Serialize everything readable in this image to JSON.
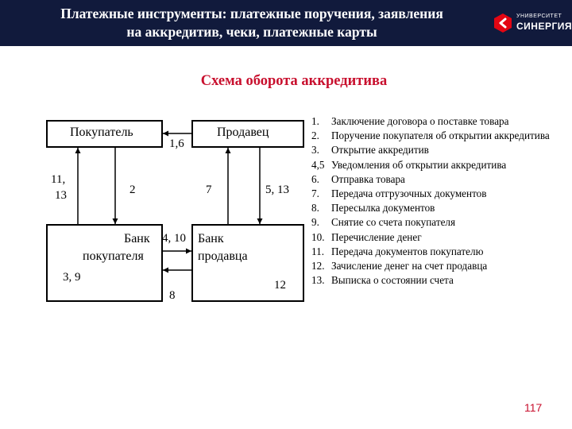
{
  "header": {
    "title_line1": "Платежные инструменты: платежные поручения, заявления",
    "title_line2": "на аккредитив, чеки, платежные карты",
    "logo_line1": "УНИВЕРСИТЕТ",
    "logo_line2": "СИНЕРГИЯ",
    "background_color": "#111a3c",
    "logo_color": "#e30613"
  },
  "slide": {
    "subtitle": "Схема оборота аккредитива",
    "accent_color": "#c8102e",
    "page_number": "117"
  },
  "diagram": {
    "nodes": {
      "buyer": "Покупатель",
      "seller": "Продавец",
      "buyer_bank_line1": "Банк",
      "buyer_bank_line2": "покупателя",
      "seller_bank_line1": "Банк",
      "seller_bank_line2": "продавца"
    },
    "edge_labels": {
      "seller_to_buyer": "1,6",
      "bank_to_buyer_line1": "11,",
      "bank_to_buyer_line2": "13",
      "buyer_to_bank": "2",
      "bank_to_seller": "7",
      "seller_to_bank": "5, 13",
      "between_banks_top": "4, 10",
      "buyer_bank_self": "3, 9",
      "between_banks_bottom": "8",
      "seller_bank_self": "12"
    }
  },
  "steps": [
    {
      "num": "1.",
      "text": "Заключение договора о поставке товара"
    },
    {
      "num": "2.",
      "text": "Поручение покупателя об открытии аккредитива"
    },
    {
      "num": "3.",
      "text": "Открытие аккредитив"
    },
    {
      "num": "4,5",
      "text": "Уведомления об открытии аккредитива"
    },
    {
      "num": "6.",
      "text": "Отправка товара"
    },
    {
      "num": "7.",
      "text": "Передача отгрузочных документов"
    },
    {
      "num": "8.",
      "text": "Пересылка документов"
    },
    {
      "num": "9.",
      "text": "Снятие со счета покупателя"
    },
    {
      "num": "10.",
      "text": "Перечисление денег"
    },
    {
      "num": "11.",
      "text": "Передача документов покупателю"
    },
    {
      "num": "12.",
      "text": "Зачисление денег на счет продавца"
    },
    {
      "num": "13.",
      "text": "Выписка о состоянии счета"
    }
  ]
}
